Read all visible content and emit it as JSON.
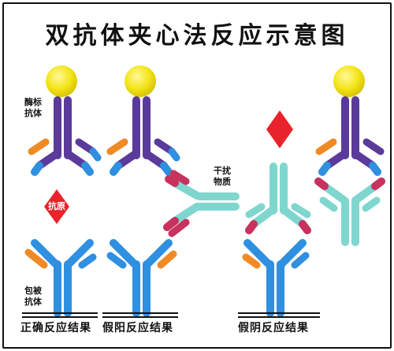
{
  "title": "双抗体夹心法反应示意图",
  "labels": {
    "enzyme_antibody": "酶标\n抗体",
    "antigen": "抗原",
    "interferent": "干扰\n物质",
    "coated_antibody": "包被\n抗体"
  },
  "captions": {
    "true_positive": "正确反应结果",
    "false_positive": "假阳反应结果",
    "false_negative": "假阴反应结果"
  },
  "colors": {
    "enzyme": "#f4e51a",
    "enzyme_antibody_body": "#5a3a9a",
    "enzyme_antibody_tip": "#2f8fe0",
    "light_chain_orange": "#f08a24",
    "capture_antibody": "#2f8fe0",
    "antigen": "#e8232b",
    "interferent_teal": "#7fd6cf",
    "interferent_red": "#c8325e"
  }
}
